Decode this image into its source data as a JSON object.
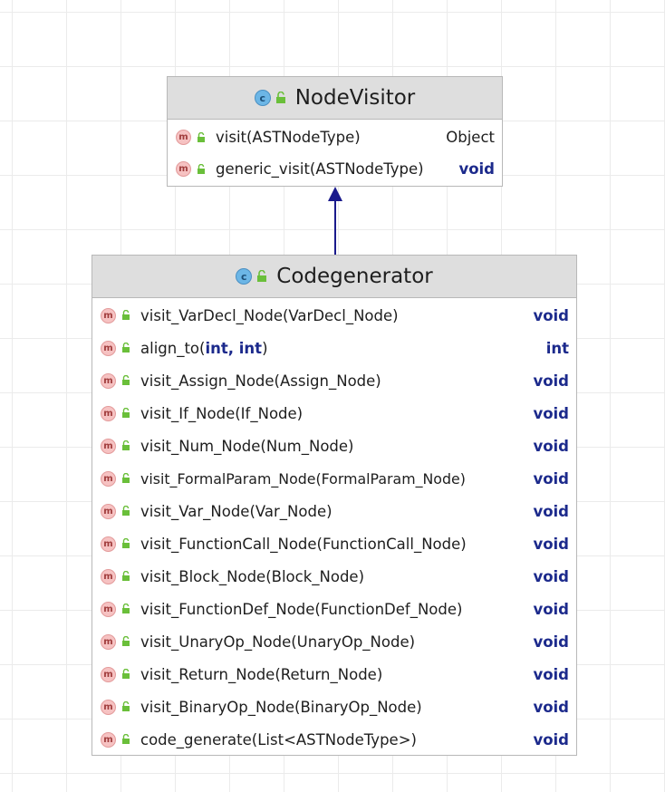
{
  "colors": {
    "header_bg": "#dedede",
    "keyword": "#1c2a8c",
    "method_icon": "#f6c2c2",
    "class_icon": "#6cb6e6",
    "arrow": "#1a1a8c"
  },
  "parent": {
    "name": "NodeVisitor",
    "methods": [
      {
        "name": "visit(ASTNodeType)",
        "return": "Object"
      },
      {
        "name": "generic_visit(ASTNodeType)",
        "return": "void"
      }
    ]
  },
  "child": {
    "name": "Codegenerator",
    "methods": [
      {
        "name": "visit_VarDecl_Node(VarDecl_Node)",
        "return": "void"
      },
      {
        "name_prefix": "align_to(",
        "arg1": "int",
        "sep": ", ",
        "arg2": "int",
        "name_suffix": ")",
        "return": "int"
      },
      {
        "name": "visit_Assign_Node(Assign_Node)",
        "return": "void"
      },
      {
        "name": "visit_If_Node(If_Node)",
        "return": "void"
      },
      {
        "name": "visit_Num_Node(Num_Node)",
        "return": "void"
      },
      {
        "name": "visit_FormalParam_Node(FormalParam_Node)",
        "return": "void"
      },
      {
        "name": "visit_Var_Node(Var_Node)",
        "return": "void"
      },
      {
        "name": "visit_FunctionCall_Node(FunctionCall_Node)",
        "return": "void"
      },
      {
        "name": "visit_Block_Node(Block_Node)",
        "return": "void"
      },
      {
        "name": "visit_FunctionDef_Node(FunctionDef_Node)",
        "return": "void"
      },
      {
        "name": "visit_UnaryOp_Node(UnaryOp_Node)",
        "return": "void"
      },
      {
        "name": "visit_Return_Node(Return_Node)",
        "return": "void"
      },
      {
        "name": "visit_BinaryOp_Node(BinaryOp_Node)",
        "return": "void"
      },
      {
        "name": "code_generate(List<ASTNodeType>)",
        "return": "void"
      }
    ]
  }
}
